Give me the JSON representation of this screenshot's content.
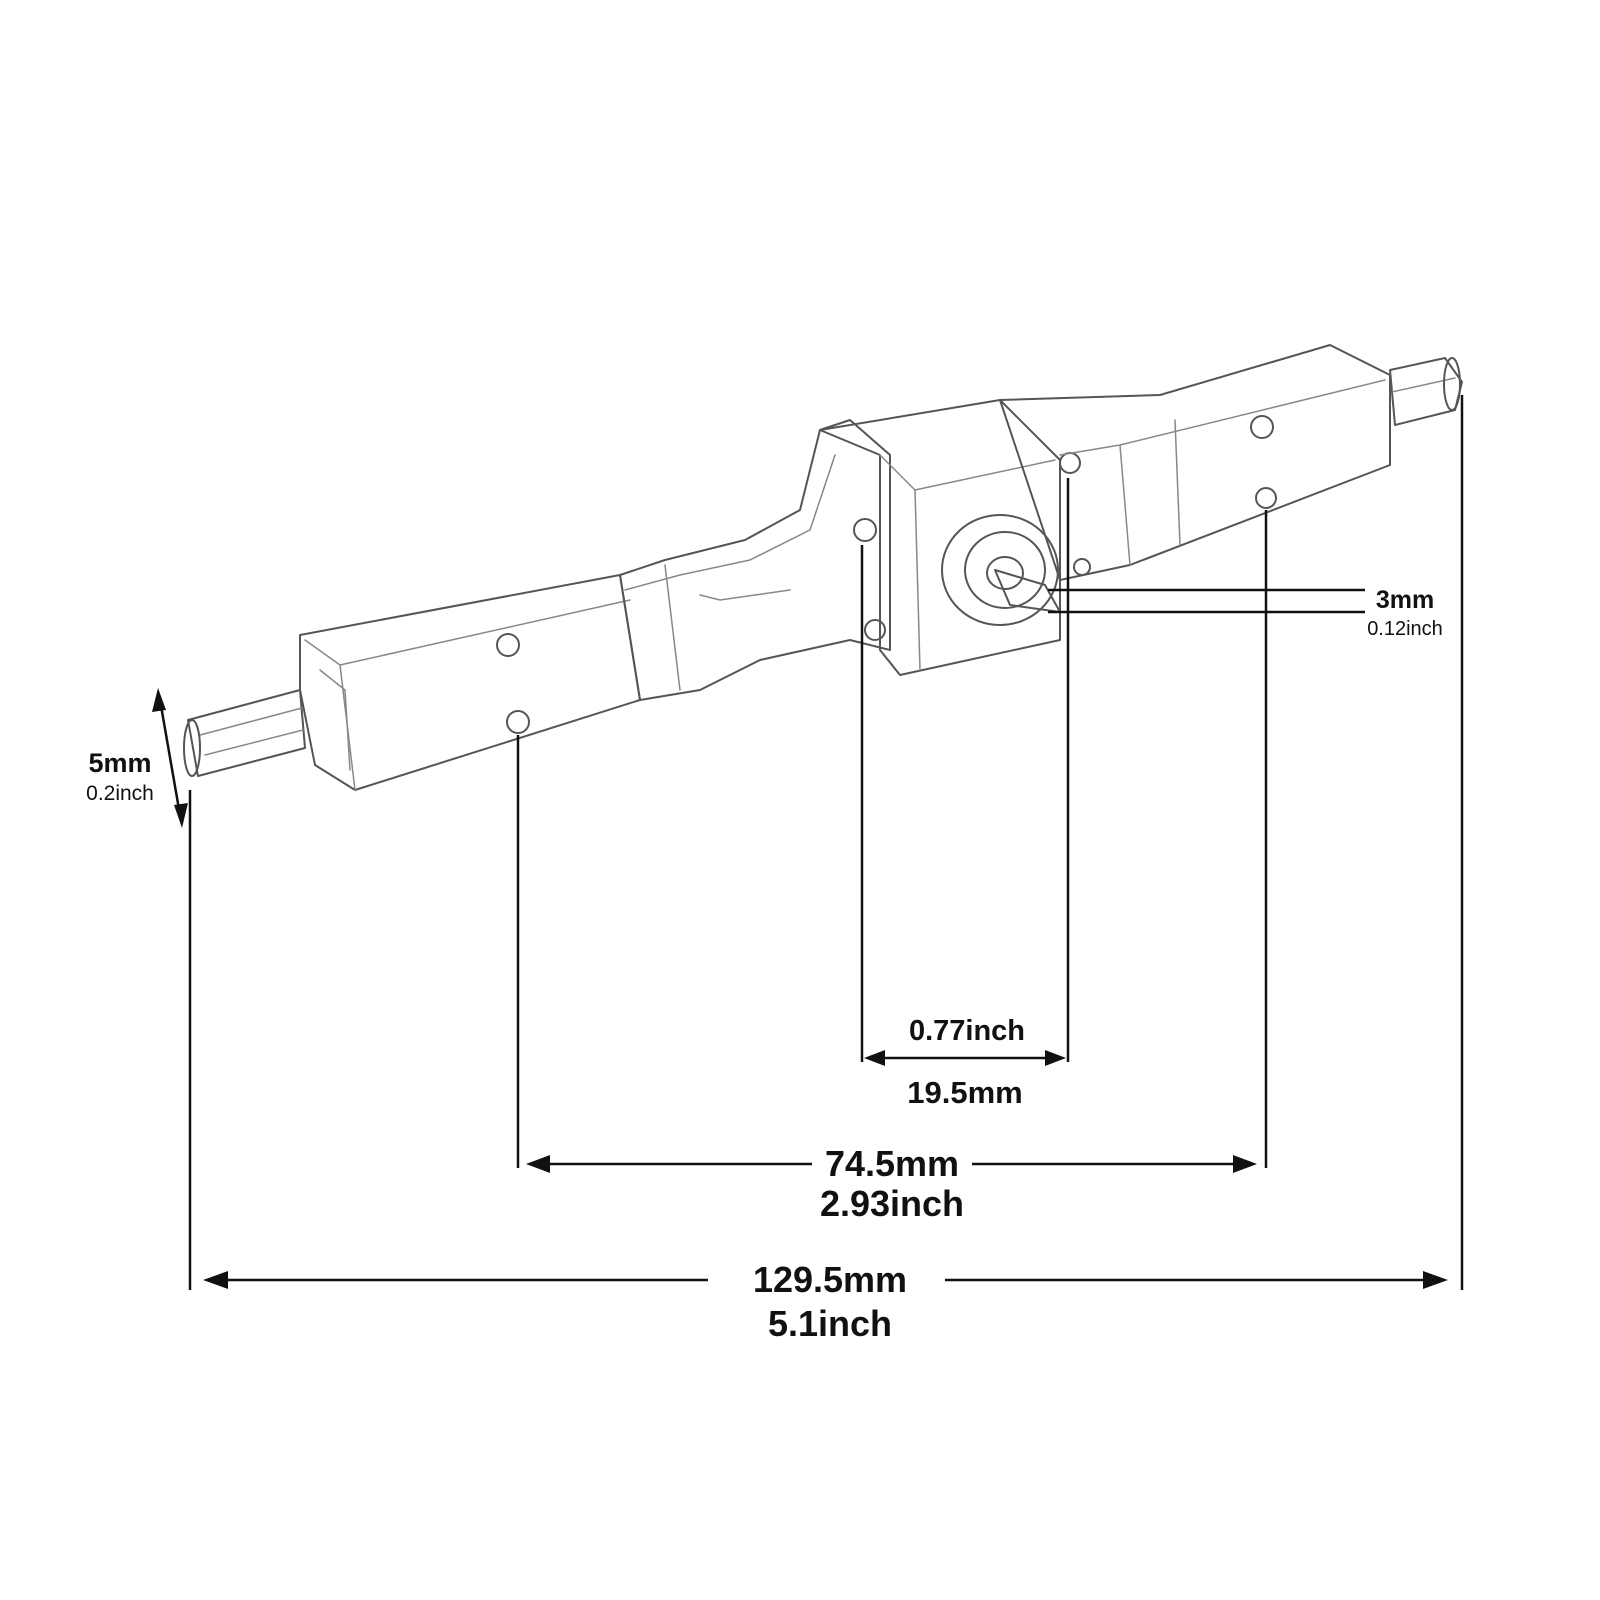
{
  "dimensions": {
    "shaft_diameter": {
      "mm": "5mm",
      "inch": "0.2inch"
    },
    "output_shaft": {
      "mm": "3mm",
      "inch": "0.12inch"
    },
    "center_offset": {
      "mm": "19.5mm",
      "inch": "0.77inch"
    },
    "mount_spacing": {
      "mm": "74.5mm",
      "inch": "2.93inch"
    },
    "overall_length": {
      "mm": "129.5mm",
      "inch": "5.1inch"
    }
  }
}
